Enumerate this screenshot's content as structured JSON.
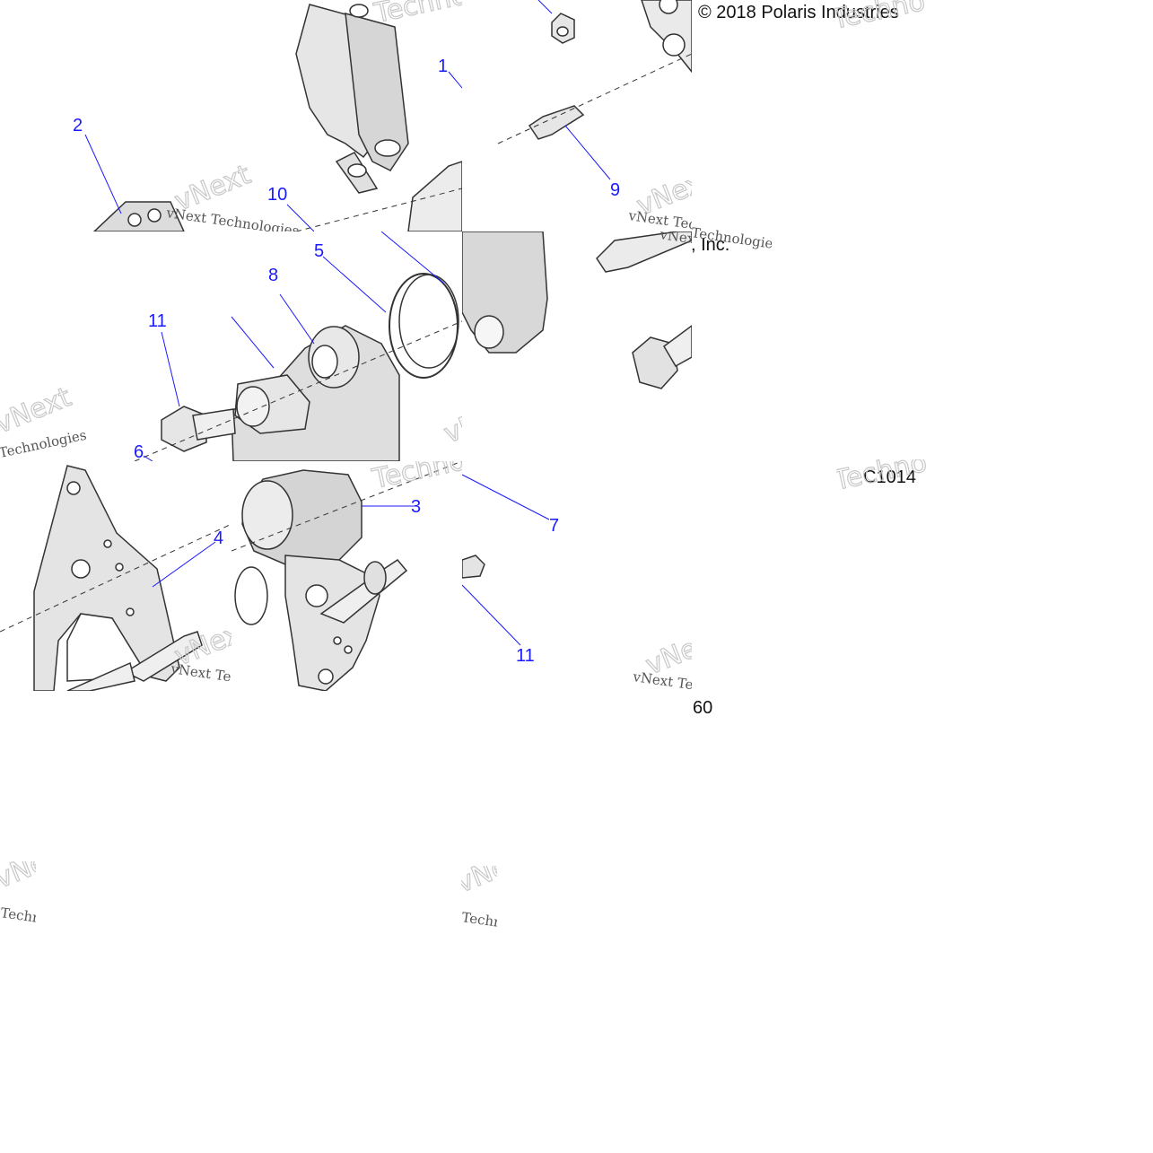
{
  "copyright": "© 2018 Polaris Industries",
  "copyright_suffix": ", Inc.",
  "figure_code": "C1014",
  "page_number": "60",
  "watermark": {
    "brand": "vNext",
    "line": "vNext Technologies",
    "word": "Technologies"
  },
  "callouts": {
    "c1": "1",
    "c2": "2",
    "c3": "3",
    "c4": "4",
    "c5": "5",
    "c6": "6",
    "c7": "7",
    "c8": "8",
    "c9": "9",
    "c10": "10",
    "c11a": "11",
    "c11b": "11"
  },
  "colors": {
    "callout": "#1a1aff",
    "part_fill": "#e4e4e4",
    "part_shade": "#c9c9c9",
    "outline": "#333333"
  }
}
